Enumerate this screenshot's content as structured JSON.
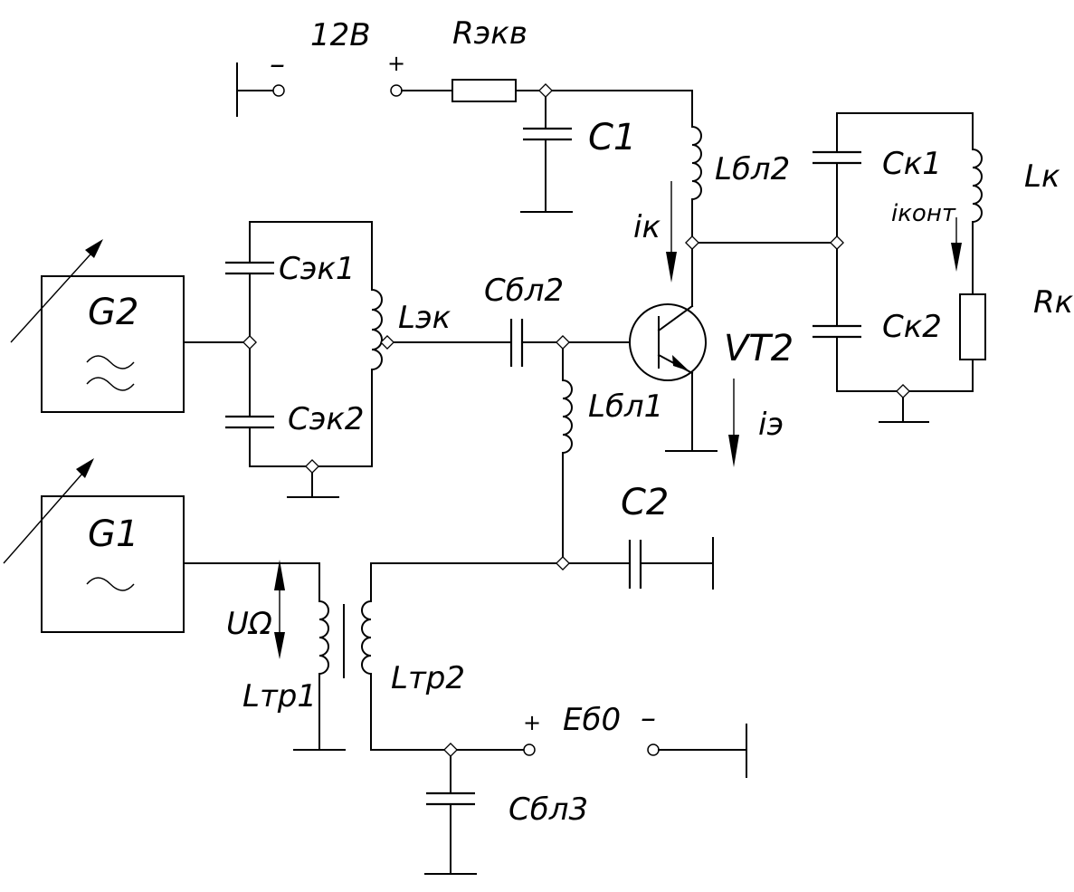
{
  "labels": {
    "v12": "12В",
    "minus_top": "–",
    "plus_top": "+",
    "r_ekv": "Rэкв",
    "c1": "C1",
    "l_bl2": "Lбл2",
    "i_k": "iк",
    "ck1": "Cк1",
    "lk": "Lк",
    "i_kont": "iконт",
    "rk": "Rк",
    "ck2": "Cк2",
    "vt2": "VT2",
    "i_e": "iэ",
    "g2": "G2",
    "g1": "G1",
    "c_ek1": "Cэк1",
    "c_ek2": "Cэк2",
    "l_ek": "Lэк",
    "c_bl2": "Cбл2",
    "l_bl1": "Lбл1",
    "c2": "C2",
    "u_omega": "UΩ",
    "l_tr1": "Lтр1",
    "l_tr2": "Lтр2",
    "plus_bot": "+",
    "e_b0": "Eб0",
    "minus_bot": "–",
    "c_bl3": "Cбл3",
    "g2_symbol": "≈",
    "g1_symbol": "~"
  }
}
